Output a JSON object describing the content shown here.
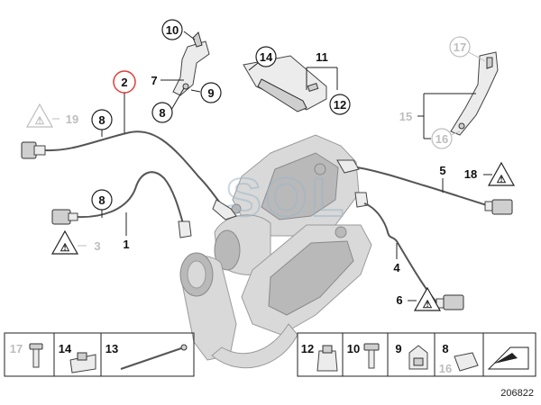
{
  "callouts": {
    "c1": "1",
    "c2": "2",
    "c3": "3",
    "c4": "4",
    "c5": "5",
    "c6": "6",
    "c7": "7",
    "c8a": "8",
    "c8b": "8",
    "c8c": "8",
    "c9": "9",
    "c10": "10",
    "c11": "11",
    "c12": "12",
    "c14": "14",
    "c15": "15",
    "c16": "16",
    "c17": "17",
    "c18": "18",
    "c19": "19"
  },
  "parts_strip": {
    "left": [
      "17",
      "14",
      "13"
    ],
    "right": [
      "12",
      "10",
      "9",
      "8",
      "16"
    ]
  },
  "watermark": "SOL",
  "diagram_number": "206822",
  "colors": {
    "highlight": "#e0403a",
    "grey": "#bdbdbd",
    "ink": "#222222"
  }
}
